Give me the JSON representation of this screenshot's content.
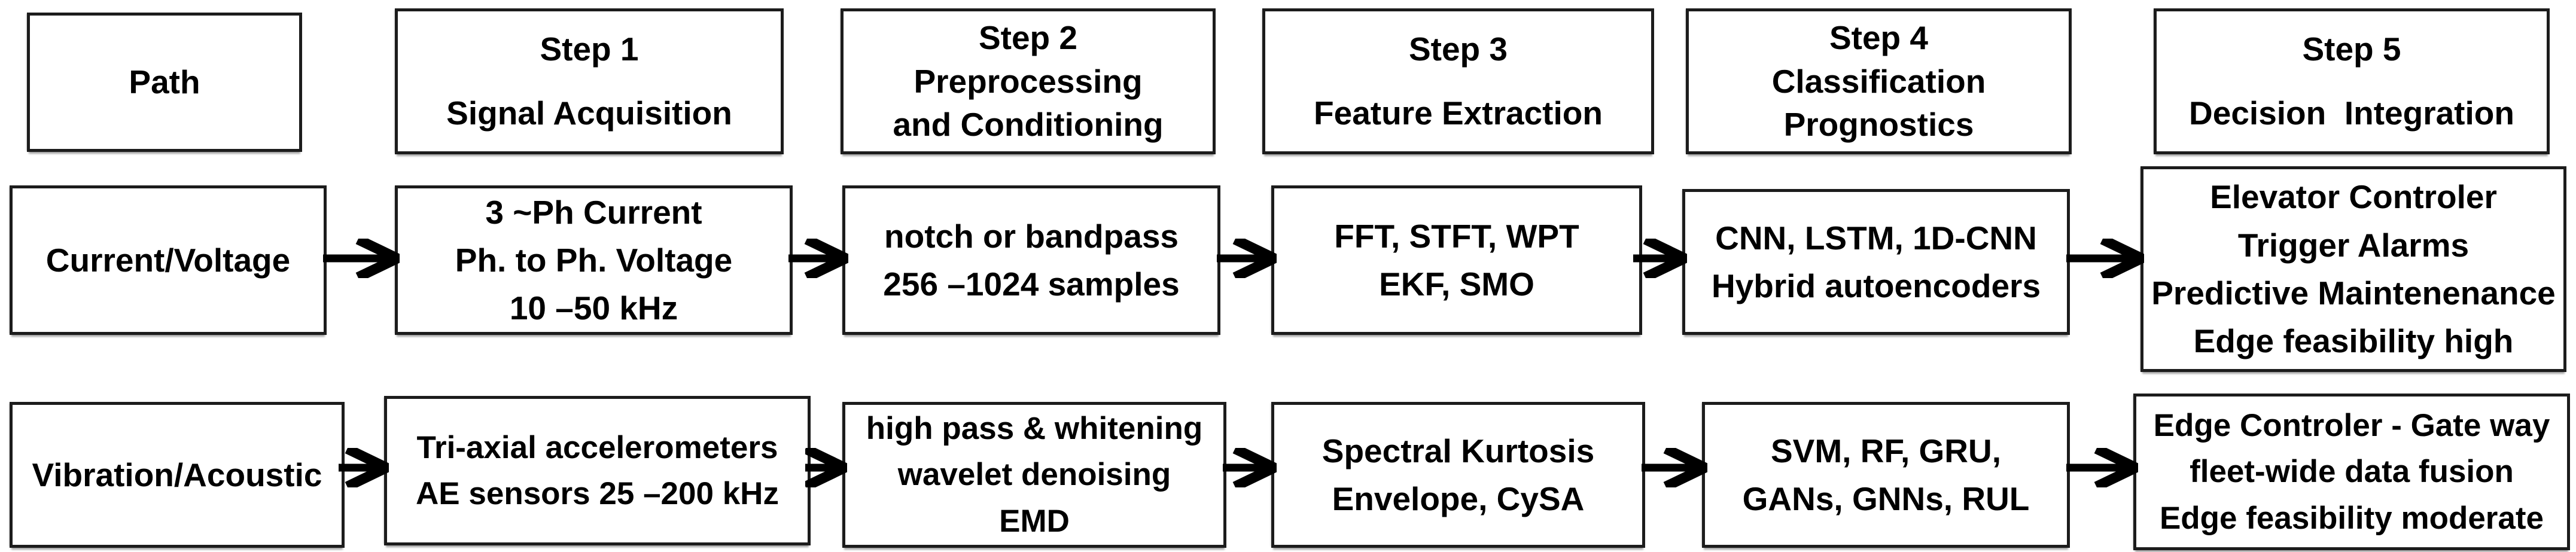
{
  "diagram": {
    "title_hint": "Two-path elevator condition-monitoring pipeline flowchart",
    "colors": {
      "border": "#1c1c1c",
      "text": "#000000",
      "background": "#ffffff"
    },
    "headers": {
      "path": {
        "lines": [
          "Path"
        ]
      },
      "step1": {
        "lines": [
          "Step 1",
          "Signal Acquisition"
        ]
      },
      "step2": {
        "lines": [
          "Step 2",
          "Preprocessing",
          "and Conditioning"
        ]
      },
      "step3": {
        "lines": [
          "Step 3",
          "Feature Extraction"
        ]
      },
      "step4": {
        "lines": [
          "Step 4",
          "Classification",
          "Prognostics"
        ]
      },
      "step5": {
        "lines": [
          "Step 5",
          "Decision  Integration"
        ]
      }
    },
    "rows": [
      {
        "path_label": "Current/Voltage",
        "steps": [
          {
            "lines": [
              "3 ~Ph Current",
              "Ph. to Ph. Voltage",
              "10 –50 kHz"
            ]
          },
          {
            "lines": [
              "notch or bandpass",
              "256 –1024 samples"
            ]
          },
          {
            "lines": [
              "FFT, STFT, WPT",
              "EKF, SMO"
            ]
          },
          {
            "lines": [
              "CNN, LSTM, 1D-CNN",
              "Hybrid autoencoders"
            ]
          },
          {
            "lines": [
              "Elevator Controler",
              "Trigger Alarms",
              "Predictive Maintenenance",
              "Edge feasibility high"
            ]
          }
        ]
      },
      {
        "path_label": "Vibration/Acoustic",
        "steps": [
          {
            "lines": [
              "Tri-axial accelerometers",
              "AE sensors 25 –200 kHz"
            ]
          },
          {
            "lines": [
              "high pass & whitening",
              "wavelet denoising",
              "EMD"
            ]
          },
          {
            "lines": [
              "Spectral Kurtosis",
              "Envelope, CySA"
            ]
          },
          {
            "lines": [
              "SVM, RF, GRU,",
              "GANs, GNNs, RUL"
            ]
          },
          {
            "lines": [
              "Edge Controler - Gate way",
              "fleet-wide data fusion",
              "Edge feasibility moderate"
            ]
          }
        ]
      }
    ]
  }
}
